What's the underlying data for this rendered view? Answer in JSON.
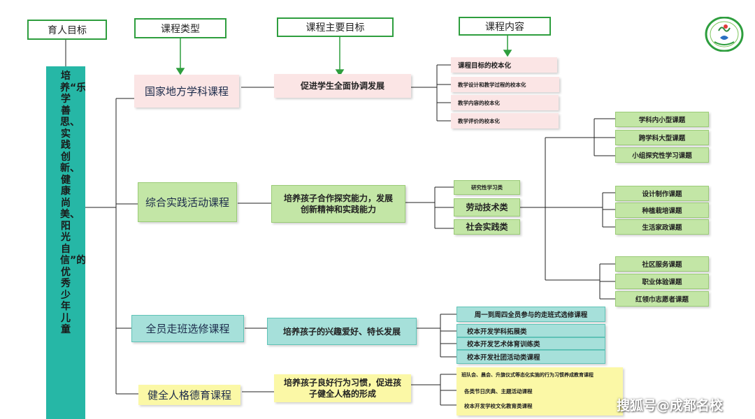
{
  "headers": {
    "goal": "育人目标",
    "type": "课程类型",
    "main_goal": "课程主要目标",
    "content": "课程内容"
  },
  "goal_text": "培养“乐学善思、实践创新、健康尚美、阳光自信”的优秀少年儿童",
  "types": {
    "national": "国家地方学科课程",
    "practice": "综合实践活动课程",
    "elective": "全员走班选修课程",
    "moral": "健全人格德育课程"
  },
  "main_goals": {
    "national": "促进学生全面协调发展",
    "practice": "培养孩子合作探究能力，发展创新精神和实践能力",
    "elective": "培养孩子的兴趣爱好、特长发展",
    "moral": "培养孩子良好行为习惯，促进孩子健全人格的形成"
  },
  "content": {
    "national": [
      "课程目标的校本化",
      "教学设计和教学过程的校本化",
      "教学内容的校本化",
      "教学评价的校本化"
    ],
    "practice": [
      "研究性学习类",
      "劳动技术类",
      "社会实践类"
    ],
    "research_sub": [
      "学科内小型课题",
      "跨学科大型课题",
      "小组探究性学习课题"
    ],
    "labor_sub": [
      "设计制作课题",
      "种植栽培课题",
      "生活家政课题"
    ],
    "social_sub": [
      "社区服务课题",
      "职业体验课题",
      "红领巾志愿者课题"
    ],
    "elective": [
      "周一到周四全员参与的走班式选修课程",
      "校本开发学科拓展类",
      "校本开发艺术体育训练类",
      "校本开发社团活动类课程"
    ],
    "moral": [
      "班队会、晨会、升旗仪式等态化实施的行为习惯养成教育课程",
      "各类节日庆典、主题活动课程",
      "校本开发学校文化教育类课程"
    ]
  },
  "watermark": "搜狐号@成都名校",
  "colors": {
    "header_border": "#2e9e3e",
    "goal_column": "#26b7a6",
    "national": "#fbe5e5",
    "practice": "#c3e6a6",
    "elective": "#a6e0da",
    "moral": "#fbf8a6"
  }
}
